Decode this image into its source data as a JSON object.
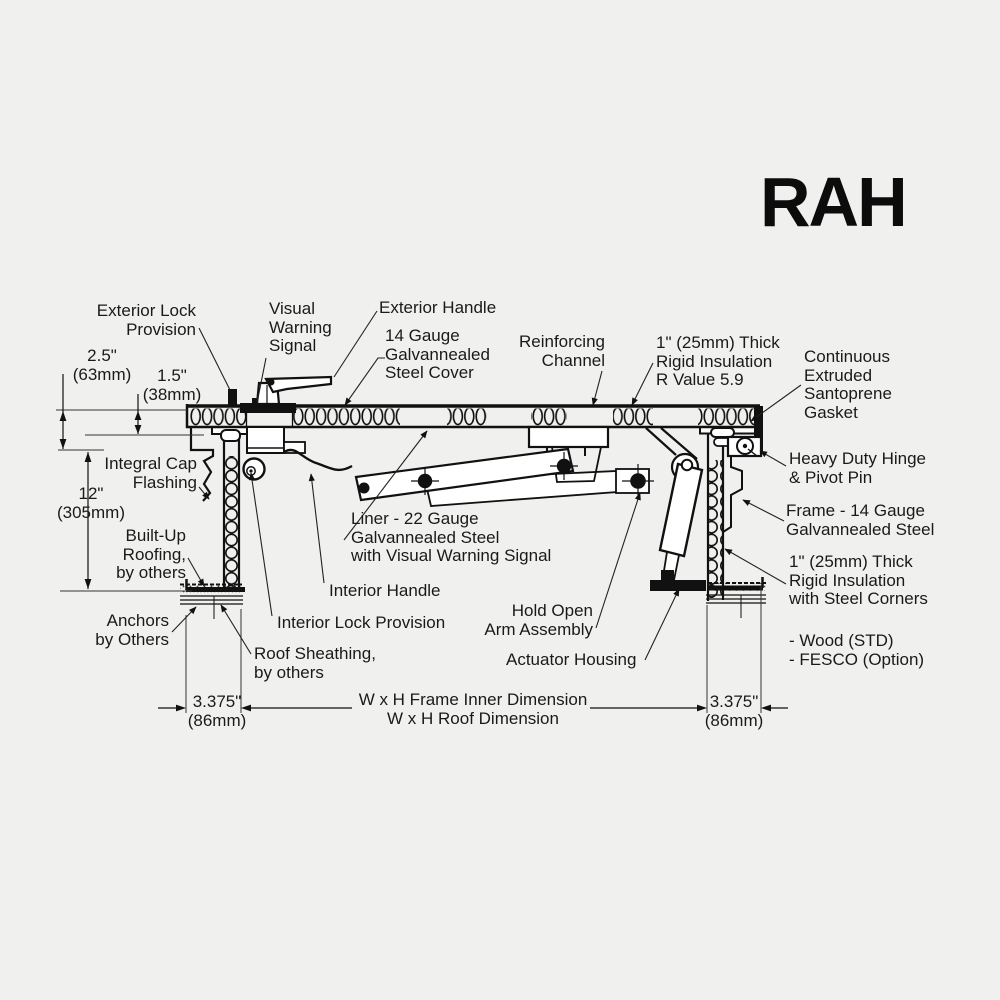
{
  "title": "RAH",
  "callouts": {
    "exterior_lock": "Exterior Lock\nProvision",
    "visual_warning": "Visual\nWarning\nSignal",
    "exterior_handle": "Exterior Handle",
    "cover": "14 Gauge\nGalvannealed\nSteel Cover",
    "reinforcing": "Reinforcing\nChannel",
    "insulation_top": "1\" (25mm) Thick\nRigid Insulation\nR Value 5.9",
    "gasket": "Continuous\nExtruded\nSantoprene\nGasket",
    "hinge": "Heavy Duty Hinge\n& Pivot Pin",
    "frame": "Frame - 14 Gauge\nGalvannealed Steel",
    "insulation_side": "1\" (25mm) Thick\nRigid Insulation\nwith Steel Corners",
    "options": "- Wood (STD)\n- FESCO (Option)",
    "cap_flashing": "Integral Cap\nFlashing",
    "built_up_roofing": "Built-Up\nRoofing,\nby others",
    "anchors": "Anchors\nby Others",
    "roof_sheathing": "Roof Sheathing,\nby others",
    "interior_lock": "Interior Lock Provision",
    "interior_handle": "Interior Handle",
    "liner": "Liner - 22 Gauge\nGalvannealed Steel\nwith Visual Warning Signal",
    "hold_open": "Hold Open\nArm Assembly",
    "actuator": "Actuator Housing"
  },
  "dims": {
    "d25": "2.5\"\n(63mm)",
    "d15": "1.5\"\n(38mm)",
    "d12": "12\"\n(305mm)",
    "d3375_left": "3.375\"\n(86mm)",
    "d3375_right": "3.375\"\n(86mm)",
    "wh": "W x H Frame Inner Dimension\nW x H Roof Dimension"
  }
}
